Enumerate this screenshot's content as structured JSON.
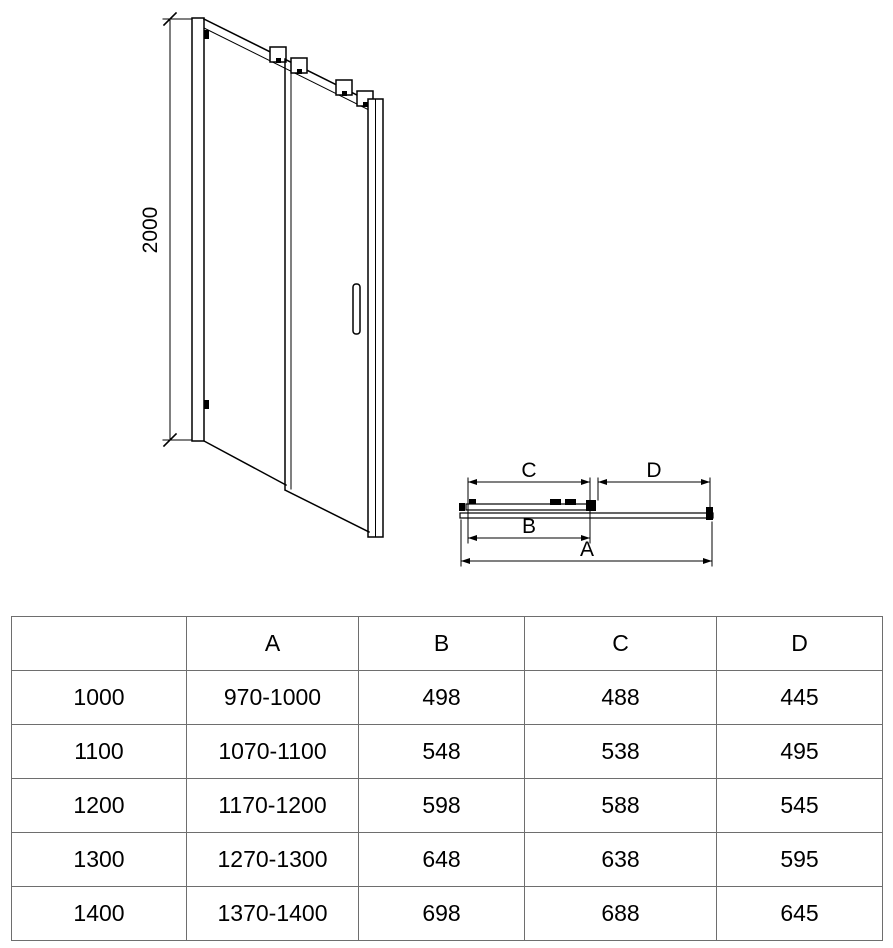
{
  "front_view": {
    "height_dim": "2000"
  },
  "plan_view": {
    "dim_c": "C",
    "dim_d": "D",
    "dim_b": "B",
    "dim_a": "A"
  },
  "table": {
    "headers": [
      "",
      "A",
      "B",
      "C",
      "D"
    ],
    "rows": [
      [
        "1000",
        "970-1000",
        "498",
        "488",
        "445"
      ],
      [
        "1100",
        "1070-1100",
        "548",
        "538",
        "495"
      ],
      [
        "1200",
        "1170-1200",
        "598",
        "588",
        "545"
      ],
      [
        "1300",
        "1270-1300",
        "648",
        "638",
        "595"
      ],
      [
        "1400",
        "1370-1400",
        "698",
        "688",
        "645"
      ]
    ]
  },
  "colors": {
    "line": "#000000",
    "table_border": "#6e6e6e"
  }
}
